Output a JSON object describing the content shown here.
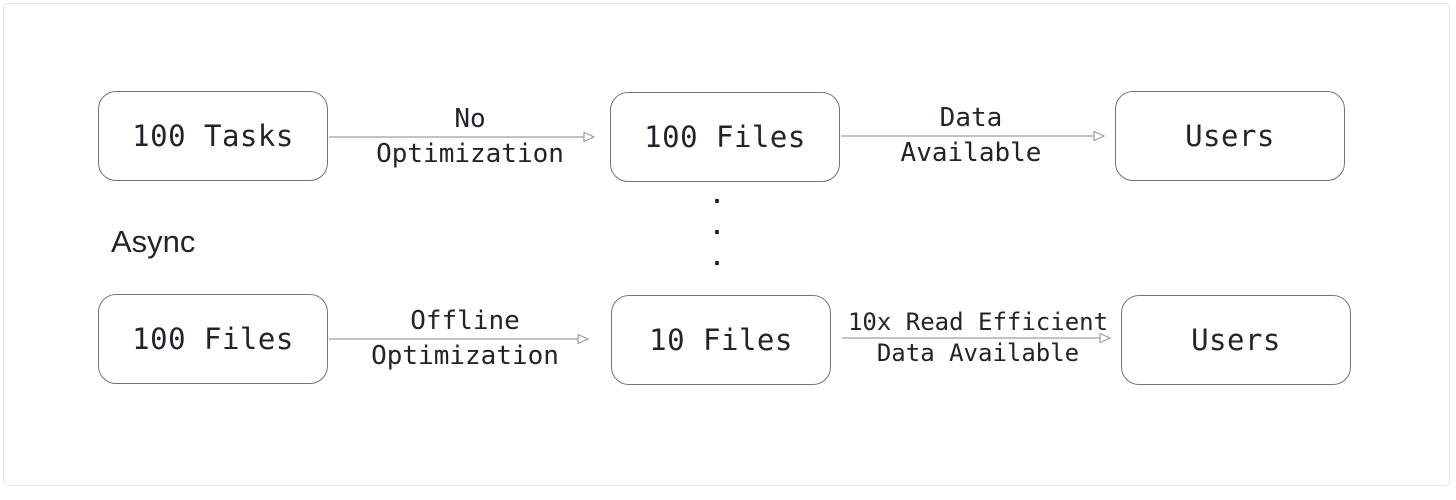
{
  "diagram": {
    "side_label": "Async",
    "dots": [
      "·",
      "·",
      "·"
    ],
    "colors": {
      "background": "#ffffff",
      "frame_border": "#e4e4e4",
      "box_border": "#717579",
      "text": "#20252d",
      "arrow": "#9d9d9d"
    },
    "rows": [
      {
        "nodes": [
          {
            "label": "100 Tasks"
          },
          {
            "label": "100 Files"
          },
          {
            "label": "Users"
          }
        ],
        "edges": [
          {
            "label_top": "No",
            "label_bottom": "Optimization"
          },
          {
            "label_top": "Data",
            "label_bottom": "Available"
          }
        ]
      },
      {
        "nodes": [
          {
            "label": "100 Files"
          },
          {
            "label": "10 Files"
          },
          {
            "label": "Users"
          }
        ],
        "edges": [
          {
            "label_top": "Offline",
            "label_bottom": "Optimization"
          },
          {
            "label_top": "10x Read Efficient",
            "label_bottom": "Data Available"
          }
        ]
      }
    ]
  }
}
